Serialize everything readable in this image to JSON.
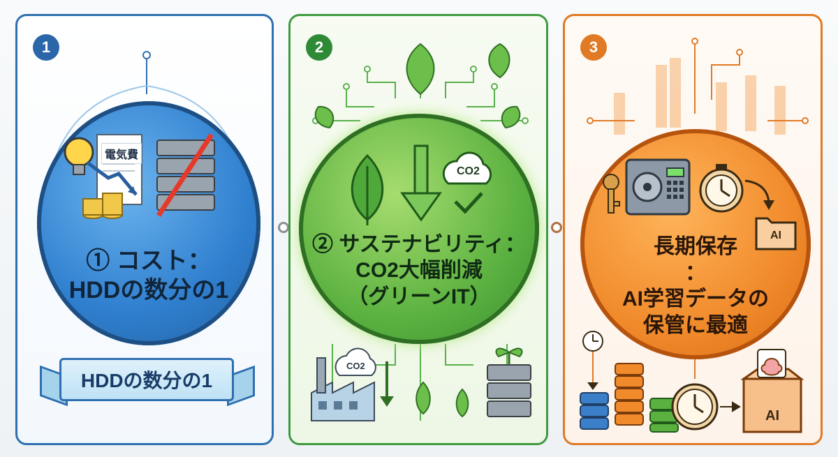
{
  "panels": [
    {
      "number": "1",
      "title_line1": "① コスト：",
      "title_line2": "HDDの数分の1",
      "ribbon": "HDDの数分の1",
      "energy_label": "電気費"
    },
    {
      "number": "2",
      "title_line1": "② サステナビリティ：",
      "title_line2": "CO2大幅削減",
      "title_line3": "（グリーンIT）",
      "co2_label": "CO2",
      "co2_label_small": "CO2"
    },
    {
      "number": "3",
      "title_line1": "長期保存",
      "title_line2": "：",
      "title_line3": "AI学習データの",
      "title_line4": "保管に最適",
      "ai_label": "AI",
      "ai_box_label": "AI"
    }
  ],
  "colors": {
    "blue": "#2f6fb0",
    "green": "#3f9a3f",
    "orange": "#e07a25"
  },
  "icons": [
    "lightbulb-icon",
    "coins-icon",
    "bill-icon",
    "server-icon",
    "leaf-icon",
    "down-arrow-icon",
    "cloud-icon",
    "check-icon",
    "factory-icon",
    "safe-icon",
    "key-icon",
    "stopwatch-icon",
    "clock-icon",
    "folder-icon",
    "brain-icon"
  ]
}
